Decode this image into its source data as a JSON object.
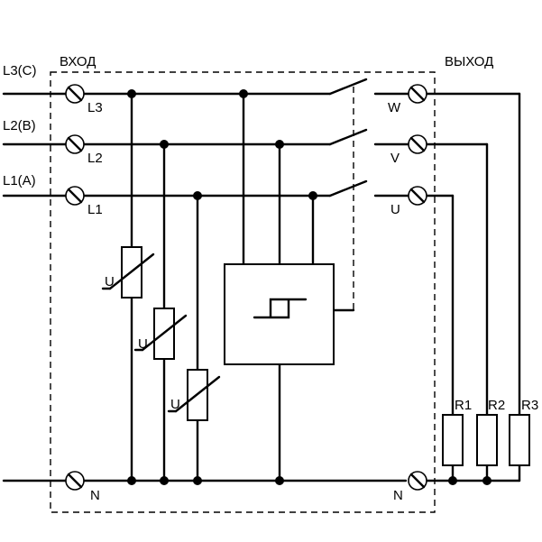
{
  "input_title": "ВХОД",
  "output_title": "ВЫХОД",
  "inputs": [
    {
      "phase": "L3(C)",
      "terminal": "L3"
    },
    {
      "phase": "L2(B)",
      "terminal": "L2"
    },
    {
      "phase": "L1(A)",
      "terminal": "L1"
    }
  ],
  "input_neutral": "N",
  "outputs": [
    "W",
    "V",
    "U"
  ],
  "output_neutral": "N",
  "varistor_label": "U",
  "loads": [
    "R1",
    "R2",
    "R3"
  ]
}
